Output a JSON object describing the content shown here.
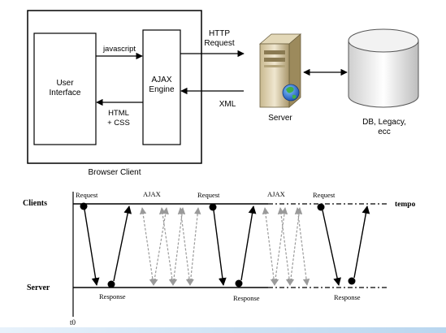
{
  "architecture": {
    "browser_client_label": "Browser Client",
    "user_interface_label": [
      "User",
      "Interface"
    ],
    "ajax_engine_label": [
      "AJAX",
      "Engine"
    ],
    "javascript_label": "javascript",
    "html_css_label": [
      "HTML",
      "+ CSS"
    ],
    "http_request_label": [
      "HTTP",
      "Request"
    ],
    "xml_label": "XML",
    "server_label": "Server",
    "db_label": [
      "DB, Legacy,",
      "ecc"
    ]
  },
  "timeline": {
    "clients_label": "Clients",
    "server_label": "Server",
    "tempo_label": "tempo",
    "t0_label": "t0",
    "request_labels": [
      "Request",
      "Request",
      "Request"
    ],
    "ajax_labels": [
      "AJAX",
      "AJAX"
    ],
    "response_labels": [
      "Response",
      "Response",
      "Response"
    ]
  }
}
